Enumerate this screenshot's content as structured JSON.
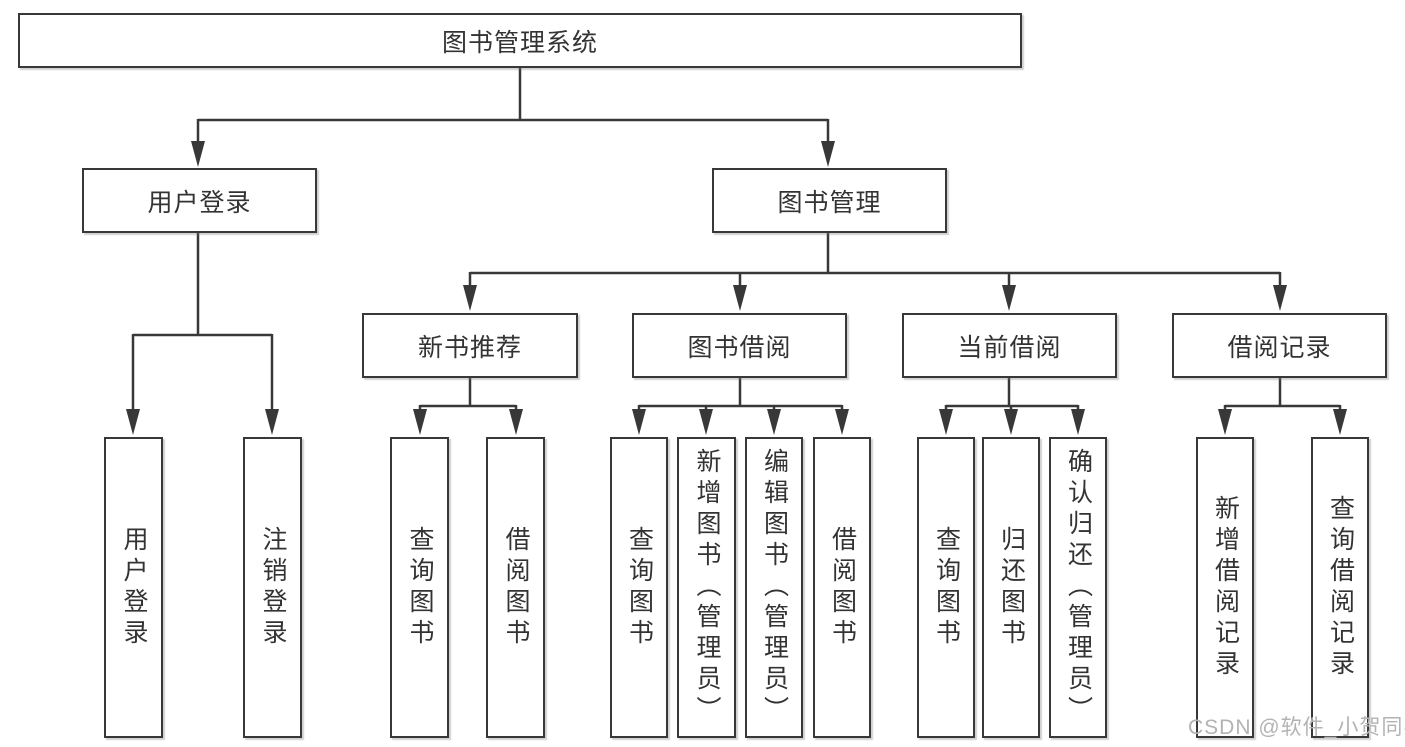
{
  "colors": {
    "line": "#383838",
    "text": "#333333",
    "background": "#ffffff",
    "watermark": "#b3b3b3"
  },
  "watermark": {
    "text": "CSDN @软件_小贺同学"
  },
  "tree": {
    "root": {
      "label": "图书管理系统",
      "children": [
        {
          "label": "用户登录",
          "children": [
            {
              "label": "用户登录"
            },
            {
              "label": "注销登录"
            }
          ]
        },
        {
          "label": "图书管理",
          "children": [
            {
              "label": "新书推荐",
              "children": [
                {
                  "label": "查询图书"
                },
                {
                  "label": "借阅图书"
                }
              ]
            },
            {
              "label": "图书借阅",
              "children": [
                {
                  "label": "查询图书"
                },
                {
                  "label": "新增图书（管理员）"
                },
                {
                  "label": "编辑图书（管理员）"
                },
                {
                  "label": "借阅图书"
                }
              ]
            },
            {
              "label": "当前借阅",
              "children": [
                {
                  "label": "查询图书"
                },
                {
                  "label": "归还图书"
                },
                {
                  "label": "确认归还（管理员）"
                }
              ]
            },
            {
              "label": "借阅记录",
              "children": [
                {
                  "label": "新增借阅记录"
                },
                {
                  "label": "查询借阅记录"
                }
              ]
            }
          ]
        }
      ]
    }
  }
}
